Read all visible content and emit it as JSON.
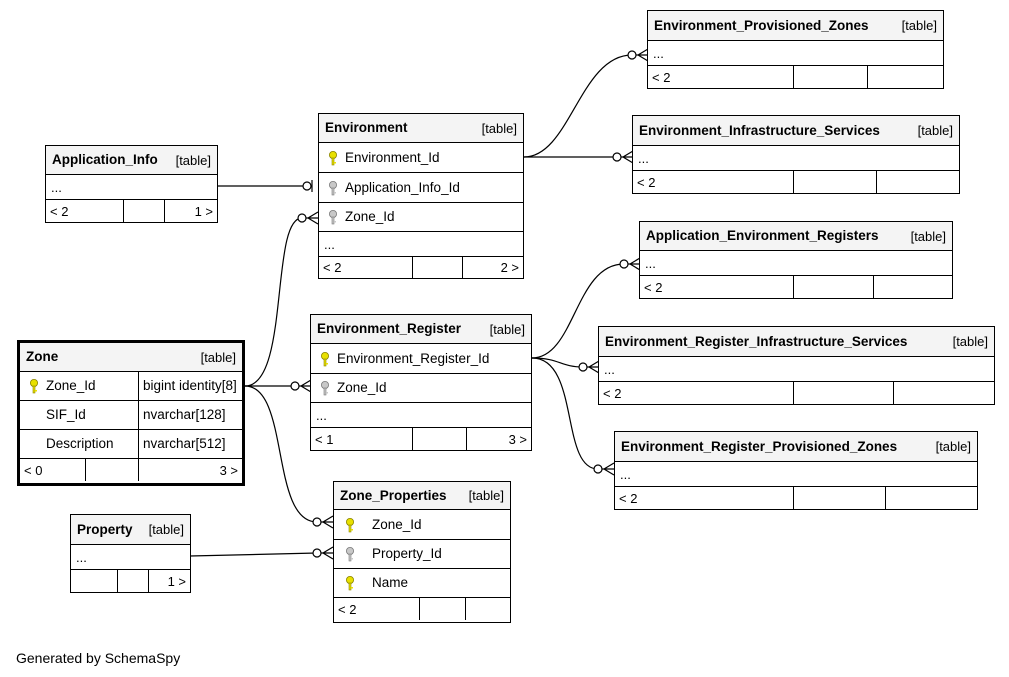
{
  "footer": "Generated by SchemaSpy",
  "colors": {
    "primary_key": "#e8e000",
    "foreign_key": "#a8a8a8",
    "header_bg": "#f4f4f4"
  },
  "tables": {
    "Environment_Provisioned_Zones": {
      "name": "Environment_Provisioned_Zones",
      "kind": "[table]",
      "ellipsis": "...",
      "parents": "< 2",
      "children": ""
    },
    "Environment_Infrastructure_Services": {
      "name": "Environment_Infrastructure_Services",
      "kind": "[table]",
      "ellipsis": "...",
      "parents": "< 2",
      "children": ""
    },
    "Application_Info": {
      "name": "Application_Info",
      "kind": "[table]",
      "ellipsis": "...",
      "parents": "< 2",
      "children": "1 >"
    },
    "Environment": {
      "name": "Environment",
      "kind": "[table]",
      "columns": [
        {
          "name": "Environment_Id",
          "key": "primary"
        },
        {
          "name": "Application_Info_Id",
          "key": "foreign"
        },
        {
          "name": "Zone_Id",
          "key": "foreign"
        }
      ],
      "ellipsis": "...",
      "parents": "< 2",
      "children": "2 >"
    },
    "Application_Environment_Registers": {
      "name": "Application_Environment_Registers",
      "kind": "[table]",
      "ellipsis": "...",
      "parents": "< 2",
      "children": ""
    },
    "Zone": {
      "name": "Zone",
      "kind": "[table]",
      "columns": [
        {
          "name": "Zone_Id",
          "type": "bigint identity[8]",
          "key": "primary"
        },
        {
          "name": "SIF_Id",
          "type": "nvarchar[128]",
          "key": "none"
        },
        {
          "name": "Description",
          "type": "nvarchar[512]",
          "key": "none"
        }
      ],
      "parents": "< 0",
      "children": "3 >"
    },
    "Environment_Register": {
      "name": "Environment_Register",
      "kind": "[table]",
      "columns": [
        {
          "name": "Environment_Register_Id",
          "key": "primary"
        },
        {
          "name": "Zone_Id",
          "key": "foreign"
        }
      ],
      "ellipsis": "...",
      "parents": "< 1",
      "children": "3 >"
    },
    "Environment_Register_Infrastructure_Services": {
      "name": "Environment_Register_Infrastructure_Services",
      "kind": "[table]",
      "ellipsis": "...",
      "parents": "< 2",
      "children": ""
    },
    "Environment_Register_Provisioned_Zones": {
      "name": "Environment_Register_Provisioned_Zones",
      "kind": "[table]",
      "ellipsis": "...",
      "parents": "< 2",
      "children": ""
    },
    "Property": {
      "name": "Property",
      "kind": "[table]",
      "ellipsis": "...",
      "parents": "",
      "children": "1 >"
    },
    "Zone_Properties": {
      "name": "Zone_Properties",
      "kind": "[table]",
      "columns": [
        {
          "name": "Zone_Id",
          "key": "primary"
        },
        {
          "name": "Property_Id",
          "key": "foreign"
        },
        {
          "name": "Name",
          "key": "primary"
        }
      ],
      "parents": "< 2",
      "children": ""
    }
  }
}
